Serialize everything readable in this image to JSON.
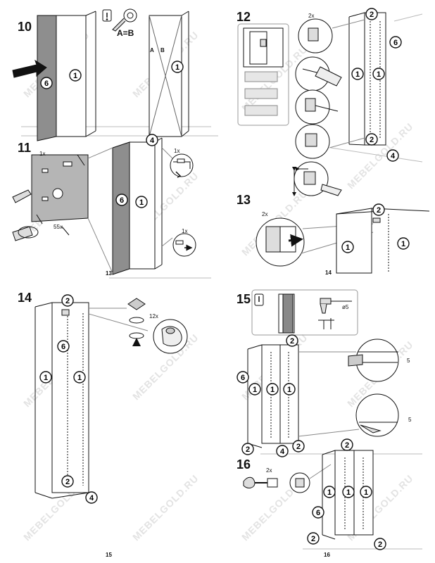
{
  "watermark": "MEBELGOLD.RU",
  "steps": {
    "s10": {
      "number": "10",
      "equation": "A=B",
      "label_a": "A",
      "label_b": "B"
    },
    "s11": {
      "number": "11",
      "qty_1x_top": "1x",
      "qty_55x": "55x",
      "qty_1x_right_top": "1x",
      "qty_1x_right_bottom": "1x",
      "page_marker": "13"
    },
    "s12": {
      "number": "12",
      "qty_2x": "2x"
    },
    "s13": {
      "number": "13",
      "qty_2x": "2x",
      "page_marker": "14"
    },
    "s14": {
      "number": "14",
      "qty_12x": "12x"
    },
    "s15": {
      "number": "15",
      "dim_top": "5",
      "dim_bottom": "5",
      "drill_size": "ø5"
    },
    "s16": {
      "number": "16",
      "qty_2x": "2x"
    }
  },
  "callouts": {
    "one": "1",
    "two": "2",
    "four": "4",
    "six": "6"
  },
  "pages": {
    "left": "15",
    "right": "16"
  }
}
